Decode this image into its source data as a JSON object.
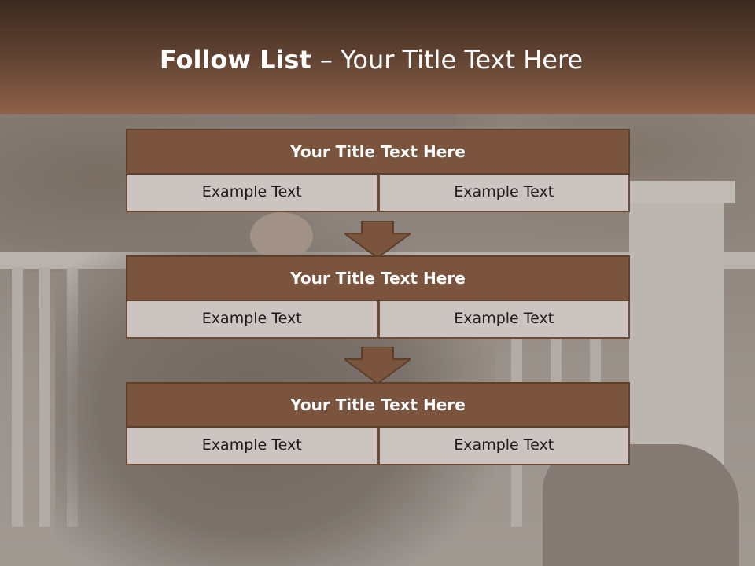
{
  "slide": {
    "title_bold": "Follow List ",
    "title_rest": " – Your Title Text Here"
  },
  "blocks": [
    {
      "title": "Your Title Text Here",
      "cells": [
        "Example Text",
        "Example Text"
      ]
    },
    {
      "title": "Your Title Text Here",
      "cells": [
        "Example Text",
        "Example Text"
      ]
    },
    {
      "title": "Your Title Text Here",
      "cells": [
        "Example Text",
        "Example Text"
      ]
    }
  ],
  "colors": {
    "header_dark": "#3b2a1f",
    "header_light": "#8e6048",
    "block_title_bg": "#7a543d",
    "cell_bg": "#cbc4c0",
    "arrow": "#7a543d"
  }
}
